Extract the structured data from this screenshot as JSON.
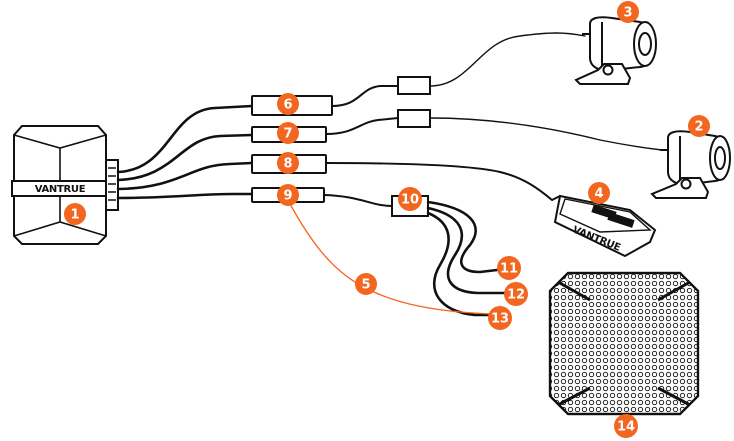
{
  "colors": {
    "accent": "#f2661f",
    "line": "#111111",
    "background": "#ffffff"
  },
  "brand": "VANTRUE",
  "callouts": [
    {
      "id": "1",
      "label": "1",
      "target": "main-unit"
    },
    {
      "id": "2",
      "label": "2",
      "target": "rear-camera"
    },
    {
      "id": "3",
      "label": "3",
      "target": "front-camera"
    },
    {
      "id": "4",
      "label": "4",
      "target": "remote-control"
    },
    {
      "id": "5",
      "label": "5",
      "target": "orange-cable"
    },
    {
      "id": "6",
      "label": "6",
      "target": "connector-6"
    },
    {
      "id": "7",
      "label": "7",
      "target": "connector-7"
    },
    {
      "id": "8",
      "label": "8",
      "target": "connector-8"
    },
    {
      "id": "9",
      "label": "9",
      "target": "connector-9"
    },
    {
      "id": "10",
      "label": "10",
      "target": "splitter-box"
    },
    {
      "id": "11",
      "label": "11",
      "target": "wire-11"
    },
    {
      "id": "12",
      "label": "12",
      "target": "wire-12"
    },
    {
      "id": "13",
      "label": "13",
      "target": "wire-13"
    },
    {
      "id": "14",
      "label": "14",
      "target": "adhesive-pad"
    }
  ]
}
